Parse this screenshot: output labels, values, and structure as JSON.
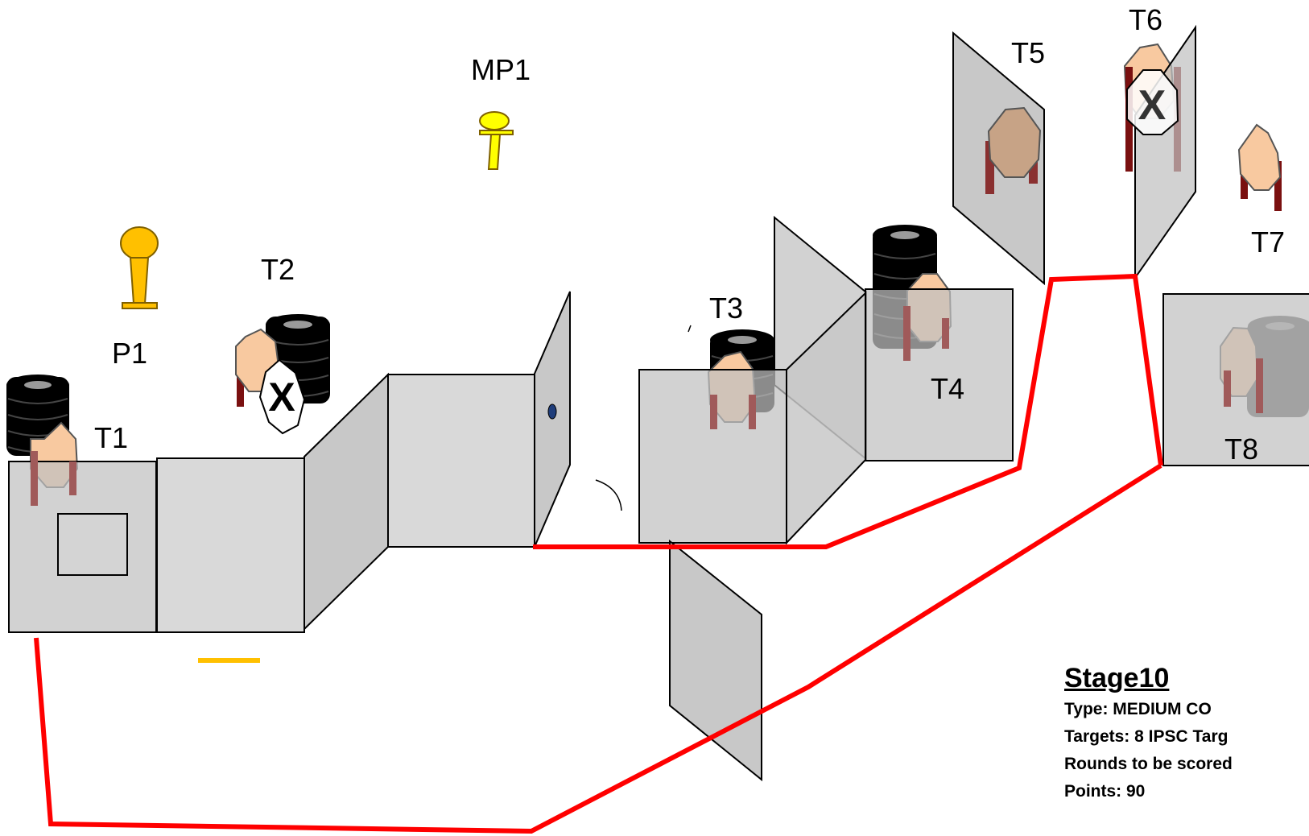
{
  "labels": {
    "t1": "T1",
    "t2": "T2",
    "t3": "T3",
    "t4": "T4",
    "t5": "T5",
    "t6": "T6",
    "t7": "T7",
    "t8": "T8",
    "p1": "P1",
    "mp1": "MP1"
  },
  "no_shoot_mark": "X",
  "colors": {
    "path": "#ff0000",
    "target": "#f8c9a0",
    "panel": "#d9d9d9",
    "popper": "#ffc000",
    "mini_popper": "#ffff00",
    "barrel": "#000000",
    "fault_line": "#ffc000"
  },
  "stage_info": {
    "title": "Stage10",
    "type": "Type:  MEDIUM  CO",
    "targets": "Targets:  8 IPSC Targ",
    "rounds": "Rounds to be scored",
    "points": "Points:  90"
  }
}
